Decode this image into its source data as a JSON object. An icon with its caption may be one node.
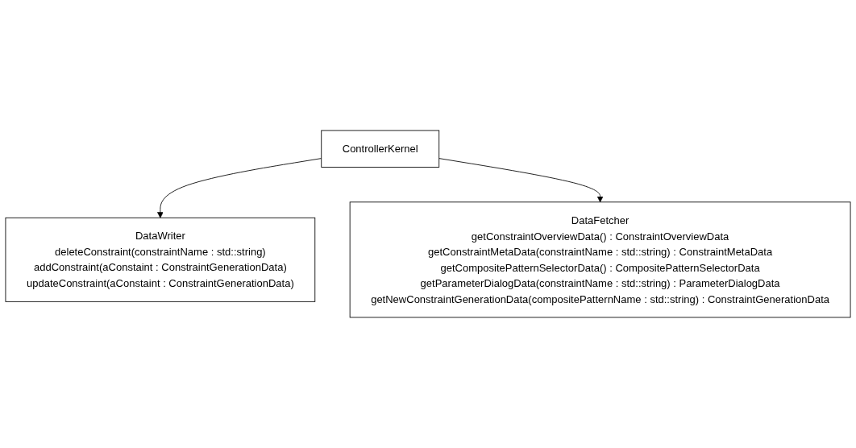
{
  "diagram": {
    "nodes": [
      {
        "text": [
          "DataWriter",
          "deleteConstraint(constraintName : std::string)",
          "addConstraint(aConstaint : ConstraintGenerationData)",
          "updateConstraint(aConstaint : ConstraintGenerationData)"
        ]
      },
      {
        "text": [
          "ControllerKernel"
        ]
      },
      {
        "text": [
          "DataFetcher",
          "getConstraintOverviewData() : ConstraintOverviewData",
          "getConstraintMetaData(constraintName : std::string) : ConstraintMetaData",
          "getCompositePatternSelectorData() : CompositePatternSelectorData",
          "getParameterDialogData(constraintName : std::string) : ParameterDialogData",
          "getNewConstraintGenerationData(compositePatternName : std::string) : ConstraintGenerationData"
        ]
      }
    ],
    "edges": [
      {
        "from": 1,
        "to": 0,
        "arrow": "to"
      },
      {
        "from": 1,
        "to": 2,
        "arrow": "to"
      }
    ]
  }
}
